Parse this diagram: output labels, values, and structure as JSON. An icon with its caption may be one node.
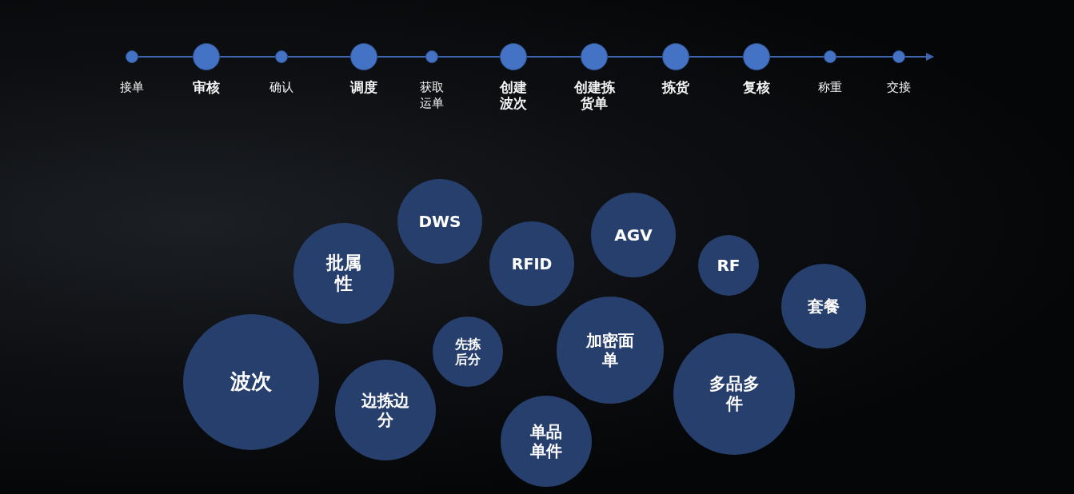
{
  "diagram": {
    "nodes": [
      {
        "text": [],
        "shape": "circle",
        "beside": [
          "接单"
        ]
      },
      {
        "text": [],
        "shape": "circle",
        "beside": [
          "审核"
        ]
      },
      {
        "text": [],
        "shape": "circle",
        "beside": [
          "确认"
        ]
      },
      {
        "text": [],
        "shape": "circle",
        "beside": [
          "调度"
        ]
      },
      {
        "text": [],
        "shape": "circle",
        "beside": [
          "获取运单"
        ]
      },
      {
        "text": [],
        "shape": "circle",
        "beside": [
          "创建波次"
        ]
      },
      {
        "text": [],
        "shape": "circle",
        "beside": [
          "创建拣货单"
        ]
      },
      {
        "text": [],
        "shape": "circle",
        "beside": [
          "拣货"
        ]
      },
      {
        "text": [],
        "shape": "circle",
        "beside": [
          "复核"
        ]
      },
      {
        "text": [],
        "shape": "circle",
        "beside": [
          "称重"
        ]
      },
      {
        "text": [],
        "shape": "circle",
        "beside": [
          "交接"
        ]
      },
      {
        "text": [
          "DWS"
        ]
      },
      {
        "text": [
          "AGV"
        ]
      },
      {
        "text": [
          "RFID"
        ]
      },
      {
        "text": [
          "批属性"
        ]
      },
      {
        "text": [
          "RF"
        ]
      },
      {
        "text": [
          "套餐"
        ]
      },
      {
        "text": [
          "加密面单"
        ]
      },
      {
        "text": [
          "波次"
        ]
      },
      {
        "text": [
          "先拣后分"
        ]
      },
      {
        "text": [
          "多品多件"
        ]
      },
      {
        "text": [
          "边拣边分"
        ]
      },
      {
        "text": [
          "单品单件"
        ]
      }
    ],
    "edges": [
      {
        "from": 0,
        "to": 1,
        "arrow": "none"
      },
      {
        "from": 1,
        "to": 2,
        "arrow": "none"
      },
      {
        "from": 2,
        "to": 3,
        "arrow": "none"
      },
      {
        "from": 3,
        "to": 4,
        "arrow": "none"
      },
      {
        "from": 4,
        "to": 5,
        "arrow": "none"
      },
      {
        "from": 5,
        "to": 6,
        "arrow": "none"
      },
      {
        "from": 6,
        "to": 7,
        "arrow": "none"
      },
      {
        "from": 7,
        "to": 8,
        "arrow": "none"
      },
      {
        "from": 8,
        "to": 9,
        "arrow": "none"
      },
      {
        "from": 9,
        "to": 10,
        "arrow": "none"
      },
      {
        "from": 10,
        "to": null,
        "arrow": "to"
      }
    ]
  }
}
